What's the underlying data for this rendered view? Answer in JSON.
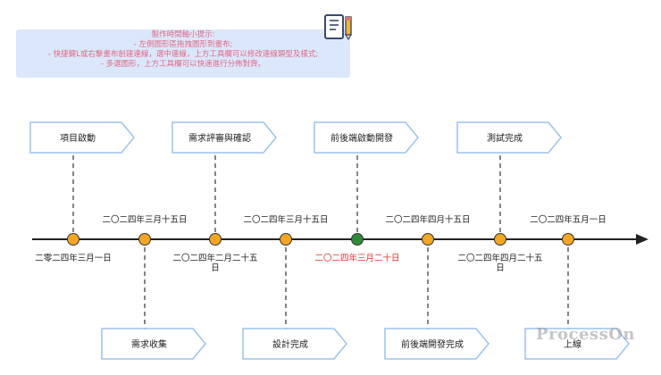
{
  "tip": {
    "lines": [
      "製作時間軸小提示:",
      "- 左側圖形區拖拽圖形到畫布;",
      "- 快捷鍵L或右擊畫布創建連線，選中連線，上方工具欄可以修改連線類型及樣式;",
      "- 多選圖形，上方工具欄可以快速進行分佈對齊。"
    ]
  },
  "milestones": [
    {
      "label": "項目啟動",
      "date": "二零二四年三月一日",
      "color": "#f5a623",
      "tag_side": "top",
      "date_side": "below",
      "date_color": "#222222"
    },
    {
      "label": "需求收集",
      "date": "二〇二四年三月十五日",
      "color": "#f5a623",
      "tag_side": "bottom",
      "date_side": "above",
      "date_color": "#222222"
    },
    {
      "label": "需求評審與確認",
      "date": "二〇二四年二月二十五日",
      "color": "#f5a623",
      "tag_side": "top",
      "date_side": "below",
      "date_color": "#222222"
    },
    {
      "label": "設計完成",
      "date": "二〇二四年三月十五日",
      "color": "#f5a623",
      "tag_side": "bottom",
      "date_side": "above",
      "date_color": "#222222"
    },
    {
      "label": "前後端啟動開發",
      "date": "二〇二四年三月二十日",
      "color": "#2e8b3a",
      "tag_side": "top",
      "date_side": "below",
      "date_color": "#e03030"
    },
    {
      "label": "前後端開發完成",
      "date": "二〇二四年四月十五日",
      "color": "#f5a623",
      "tag_side": "bottom",
      "date_side": "above",
      "date_color": "#222222"
    },
    {
      "label": "測試完成",
      "date": "二〇二四年四月二十五日",
      "color": "#f5a623",
      "tag_side": "top",
      "date_side": "below",
      "date_color": "#222222"
    },
    {
      "label": "上線",
      "date": "二〇二四年五月一日",
      "color": "#f5a623",
      "tag_side": "bottom",
      "date_side": "above",
      "date_color": "#222222"
    }
  ],
  "icons": {
    "note": "notepad-pencil-icon"
  },
  "watermark": "ProcessOn"
}
